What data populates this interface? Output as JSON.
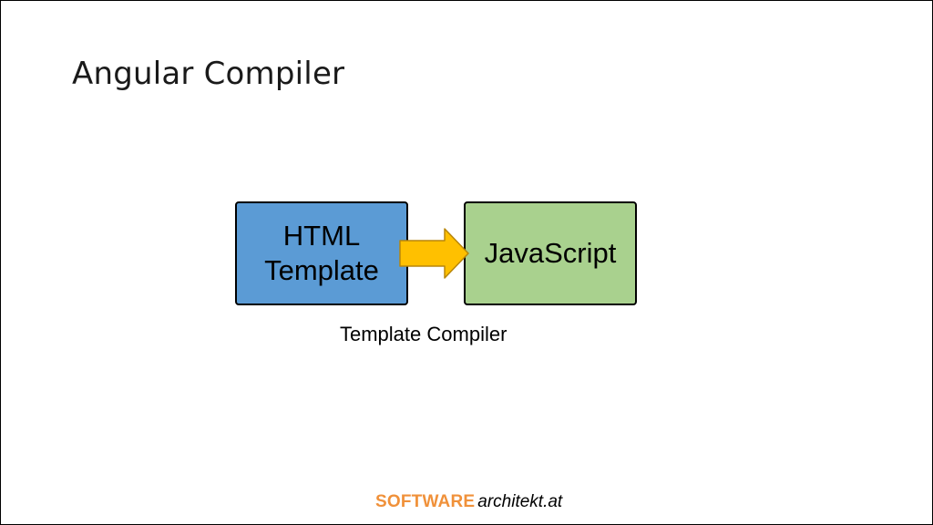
{
  "slide": {
    "title": "Angular Compiler"
  },
  "diagram": {
    "source_box": "HTML\nTemplate",
    "target_box": "JavaScript",
    "caption": "Template Compiler",
    "colors": {
      "source_fill": "#5b9bd5",
      "target_fill": "#a9d18e",
      "arrow_fill": "#ffc000",
      "arrow_stroke": "#b8860b"
    }
  },
  "footer": {
    "brand_part1": "SOFTWARE",
    "brand_part2": "architekt.at",
    "brand_color": "#f0913a"
  }
}
